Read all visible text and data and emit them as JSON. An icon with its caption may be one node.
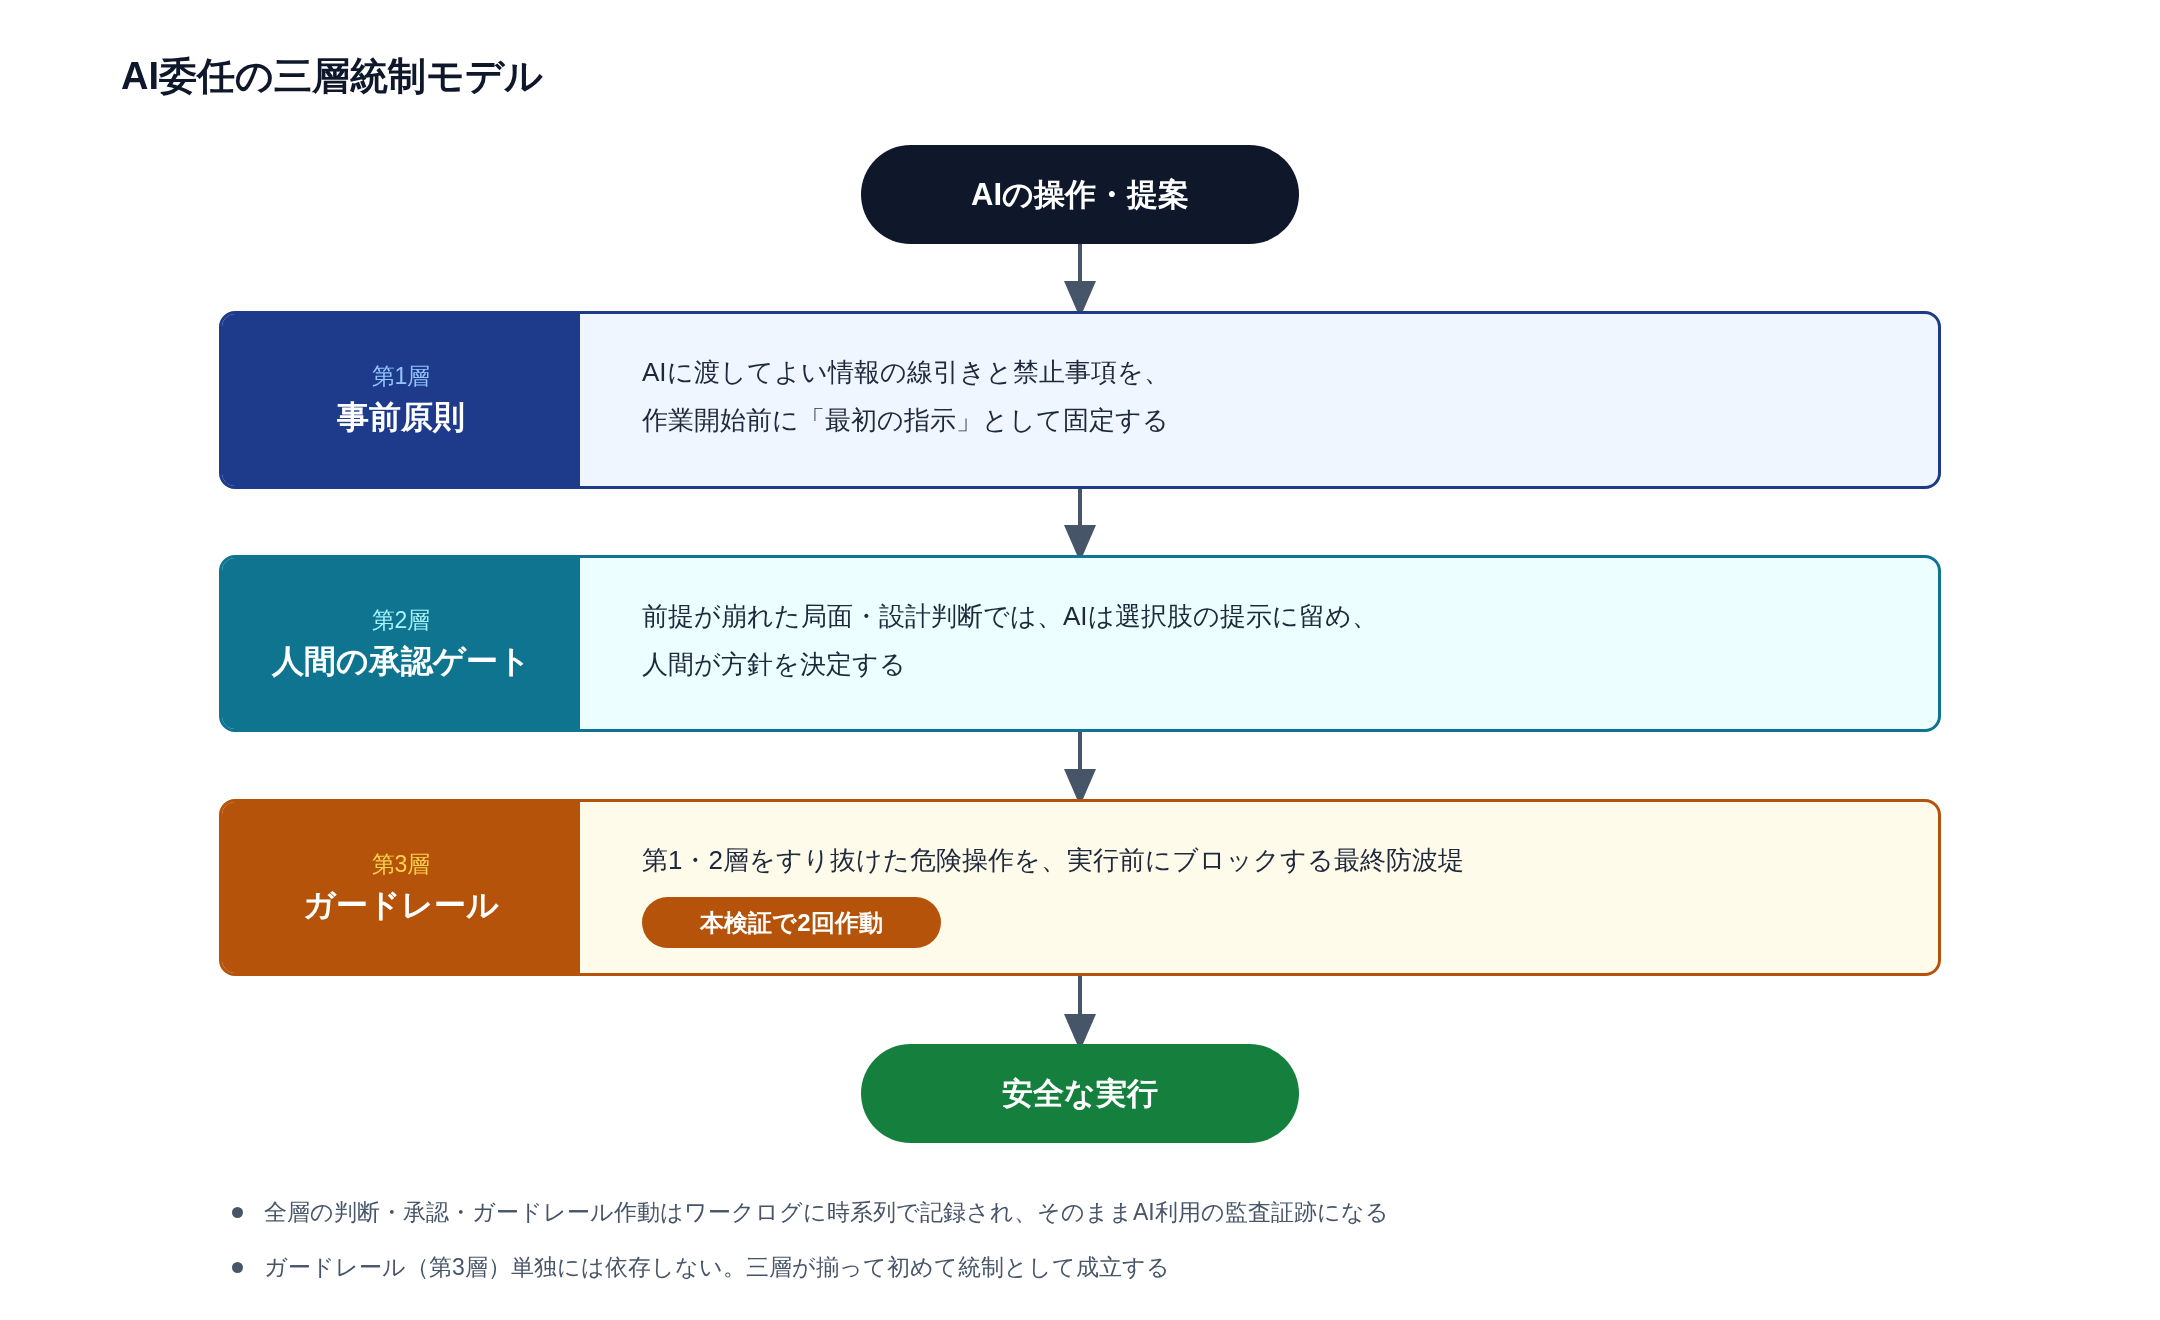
{
  "diagram": {
    "title": "AI委任の三層統制モデル",
    "nodes": [
      {
        "text": [
          "AIの操作・提案"
        ]
      },
      {
        "text": [
          "第1層",
          "事前原則",
          "AIに渡してよい情報の線引きと禁止事項を、作業開始前に「最初の指示」として固定する"
        ]
      },
      {
        "text": [
          "第2層",
          "人間の承認ゲート",
          "前提が崩れた局面・設計判断では、AIは選択肢の提示に留め、人間が方針を決定する"
        ]
      },
      {
        "text": [
          "第3層",
          "ガードレール",
          "第1・2層をすり抜けた危険操作を、実行前にブロックする最終防波堤"
        ]
      },
      {
        "text": [
          "本検証で2回作動"
        ],
        "in": 3
      },
      {
        "text": [
          "安全な実行"
        ]
      }
    ],
    "edges": [
      {
        "from": 0,
        "to": 1,
        "arrow": "to"
      },
      {
        "from": 1,
        "to": 2,
        "arrow": "to"
      },
      {
        "from": 2,
        "to": 3,
        "arrow": "to"
      },
      {
        "from": 3,
        "to": 5,
        "arrow": "to"
      }
    ],
    "labels": [
      "全層の判断・承認・ガードレール作動はワークログに時系列で記録され、そのままAI利用の監査証跡になる",
      "ガードレール（第3層）単独には依存しない。三層が揃って初めて統制として成立する"
    ]
  }
}
